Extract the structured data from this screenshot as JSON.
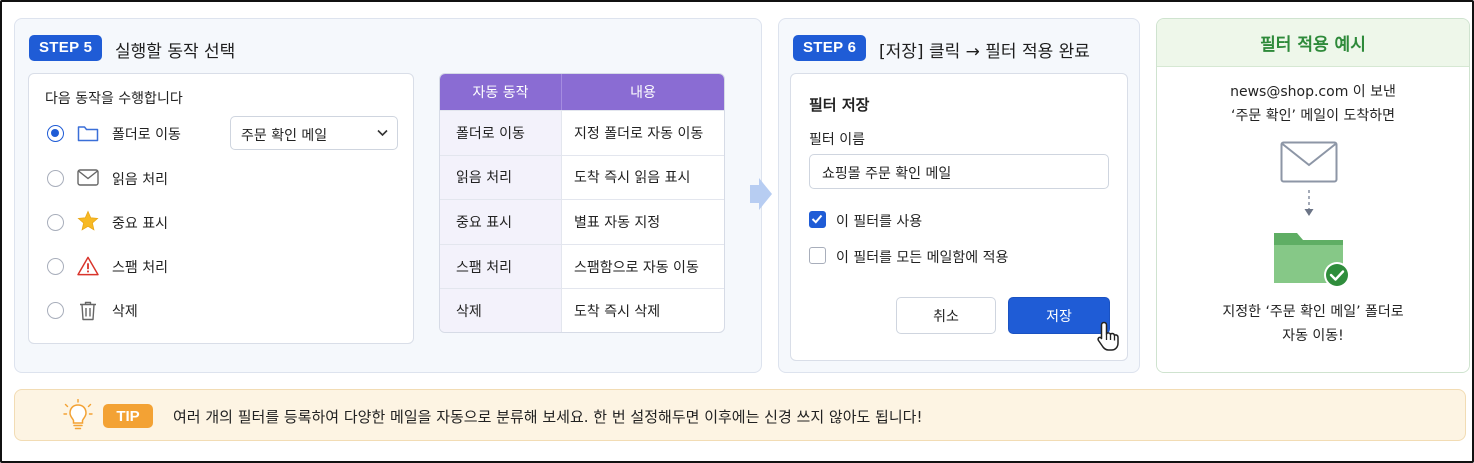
{
  "step5": {
    "badge": "STEP 5",
    "title": "실행할 동작 선택",
    "card_title": "다음 동작을 수행합니다",
    "options": [
      {
        "label": "폴더로 이동",
        "icon": "folder-icon",
        "checked": true
      },
      {
        "label": "읽음 처리",
        "icon": "envelope-icon",
        "checked": false
      },
      {
        "label": "중요 표시",
        "icon": "star-icon",
        "checked": false
      },
      {
        "label": "스팸 처리",
        "icon": "warning-icon",
        "checked": false
      },
      {
        "label": "삭제",
        "icon": "trash-icon",
        "checked": false
      }
    ],
    "folder_select": {
      "value": "주문 확인 메일"
    }
  },
  "action_table": {
    "headers": [
      "자동 동작",
      "내용"
    ],
    "rows": [
      [
        "폴더로 이동",
        "지정 폴더로 자동 이동"
      ],
      [
        "읽음 처리",
        "도착 즉시 읽음 표시"
      ],
      [
        "중요 표시",
        "별표 자동 지정"
      ],
      [
        "스팸 처리",
        "스팸함으로 자동 이동"
      ],
      [
        "삭제",
        "도착 즉시 삭제"
      ]
    ],
    "header_color": "#8a6cd3"
  },
  "step6": {
    "badge": "STEP 6",
    "title": "[저장] 클릭 → 필터 적용 완료",
    "card_title": "필터 저장",
    "name_label": "필터 이름",
    "name_value": "쇼핑몰 주문 확인 메일",
    "checkbox_use": {
      "label": "이 필터를 사용",
      "checked": true
    },
    "checkbox_all": {
      "label": "이 필터를 모든 메일함에 적용",
      "checked": false
    },
    "cancel_label": "취소",
    "save_label": "저장"
  },
  "example": {
    "title": "필터 적용 예시",
    "line1": "news@shop.com 이 보낸",
    "line2": "‘주문 확인’ 메일이 도착하면",
    "line3": "지정한 ‘주문 확인 메일’ 폴더로",
    "line4": "자동 이동!"
  },
  "tip": {
    "badge": "TIP",
    "text": "여러 개의 필터를 등록하여 다양한 메일을 자동으로 분류해 보세요. 한 번 설정해두면 이후에는 신경 쓰지 않아도 됩니다!"
  },
  "colors": {
    "accent": "#1f5cd6",
    "example_green": "#2e8a3a",
    "tip_orange": "#f3a234"
  }
}
